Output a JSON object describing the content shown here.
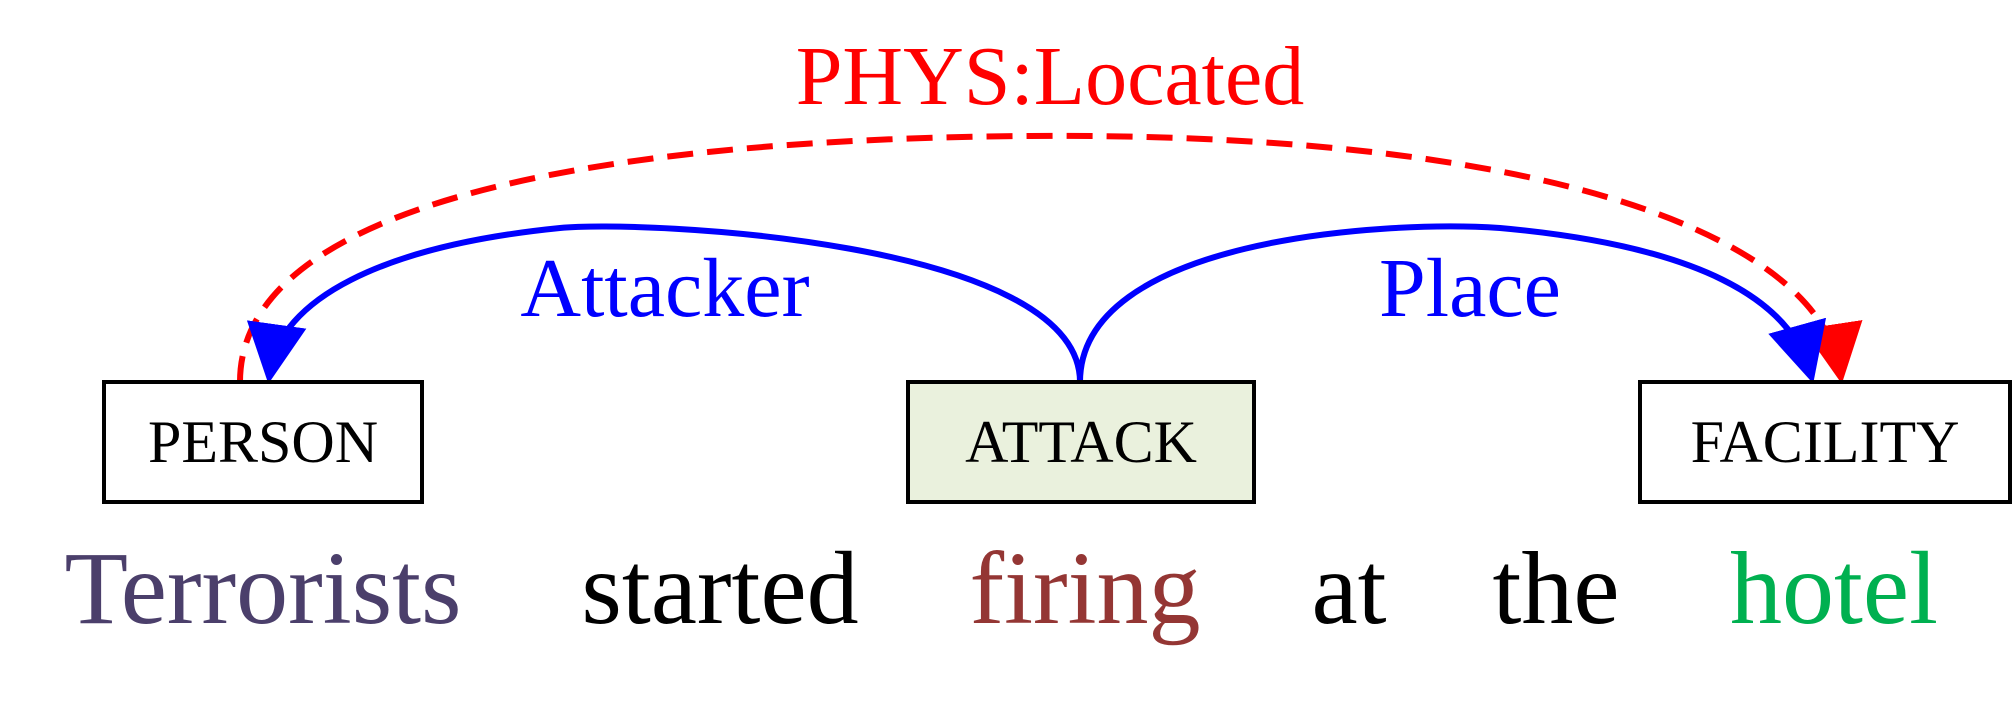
{
  "relation": {
    "label": "PHYS:Located",
    "color": "#ff0000"
  },
  "roles": [
    {
      "label": "Attacker",
      "color": "#0000ff"
    },
    {
      "label": "Place",
      "color": "#0000ff"
    }
  ],
  "entities": [
    {
      "label": "PERSON",
      "fill": "#ffffff",
      "stroke": "#000000"
    },
    {
      "label": "ATTACK",
      "fill": "#eaf1dd",
      "stroke": "#000000"
    },
    {
      "label": "FACILITY",
      "fill": "#ffffff",
      "stroke": "#000000"
    }
  ],
  "sentence": [
    {
      "word": "Terrorists",
      "color": "#4b3f6b"
    },
    {
      "word": "started",
      "color": "#000000"
    },
    {
      "word": "firing",
      "color": "#943634"
    },
    {
      "word": "at",
      "color": "#000000"
    },
    {
      "word": "the",
      "color": "#000000"
    },
    {
      "word": "hotel",
      "color": "#00b050"
    }
  ]
}
